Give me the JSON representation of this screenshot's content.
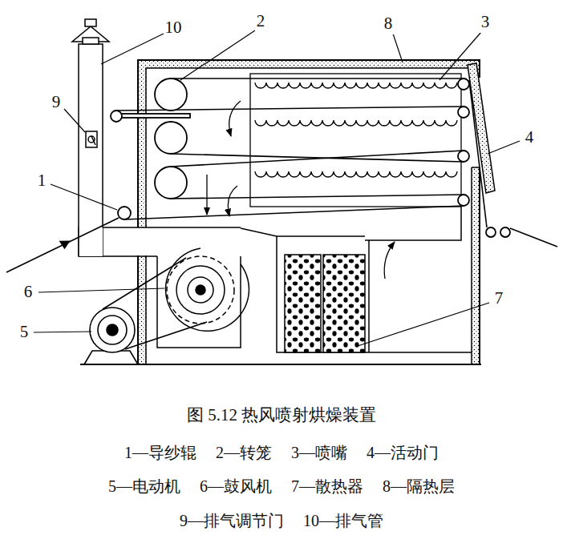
{
  "diagram": {
    "caption": "图 5.12 热风喷射烘燥装置",
    "labels": [
      "2",
      "10",
      "8",
      "3",
      "9",
      "4",
      "1",
      "6",
      "7",
      "5",
      "1—导纱辊",
      "2—转笼",
      "3—喷嘴",
      "4—活动门",
      "5—电动机",
      "6—鼓风机",
      "7—散热器",
      "8—隔热层",
      "9—排气调节门",
      "10—排气管"
    ]
  }
}
